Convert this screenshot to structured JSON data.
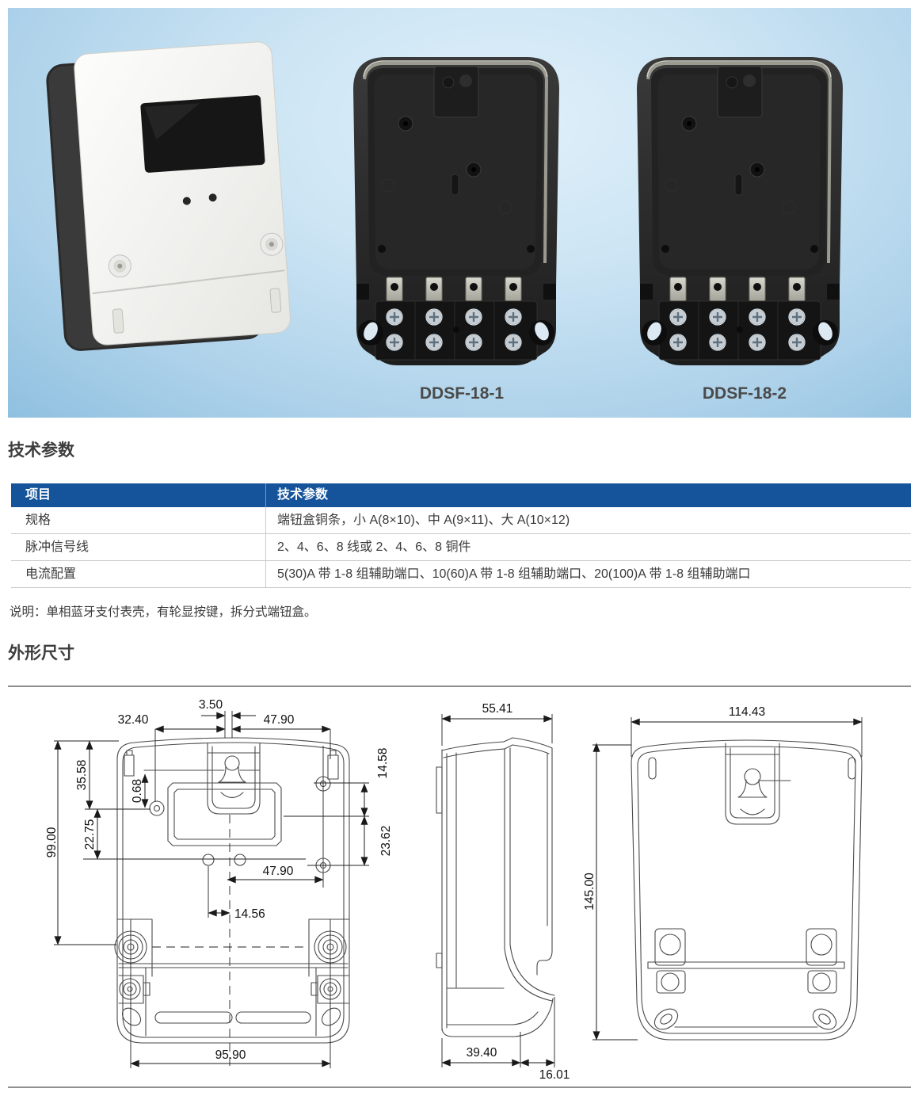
{
  "banner": {
    "labels": [
      "DDSF-18-1",
      "DDSF-18-2"
    ],
    "products": [
      "meter-case-front",
      "meter-base-DDSF-18-1",
      "meter-base-DDSF-18-2"
    ]
  },
  "sections": {
    "tech_params_title": "技术参数",
    "dimensions_title": "外形尺寸"
  },
  "table": {
    "columns": [
      "项目",
      "技术参数"
    ],
    "rows": [
      {
        "item": "规格",
        "value": "端钮盒铜条，小 A(8×10)、中 A(9×11)、大 A(10×12)"
      },
      {
        "item": "脉冲信号线",
        "value": "2、4、6、8 线或 2、4、6、8 铜件"
      },
      {
        "item": "电流配置",
        "value": "5(30)A 带 1-8 组辅助端口、10(60)A 带 1-8 组辅助端口、20(100)A 带 1-8 组辅助端口"
      }
    ]
  },
  "note": "说明：单相蓝牙支付表壳，有轮显按键，拆分式端钮盒。",
  "colors": {
    "table_header_bg": "#15549b",
    "table_header_text": "#ffffff",
    "banner_blue_deep": "#8fc0e0",
    "banner_blue_light": "#e0f0fa",
    "divider": "#8f8f8f",
    "product_label": "#4a4a4a"
  },
  "drawings": {
    "back_view": {
      "dims": {
        "d350": "3.50",
        "d4790_top": "47.90",
        "d3240": "32.40",
        "d3558": "35.58",
        "d068": "0.68",
        "d1458": "14.58",
        "d9900": "99.00",
        "d2275": "22.75",
        "d2362": "23.62",
        "d4790_mid": "47.90",
        "d1456": "14.56",
        "d9590": "95.90"
      }
    },
    "side_view": {
      "dims": {
        "d5541": "55.41",
        "d3940": "39.40",
        "d1601": "16.01"
      }
    },
    "cover_view": {
      "dims": {
        "d11443": "114.43",
        "d14500": "145.00"
      }
    }
  }
}
